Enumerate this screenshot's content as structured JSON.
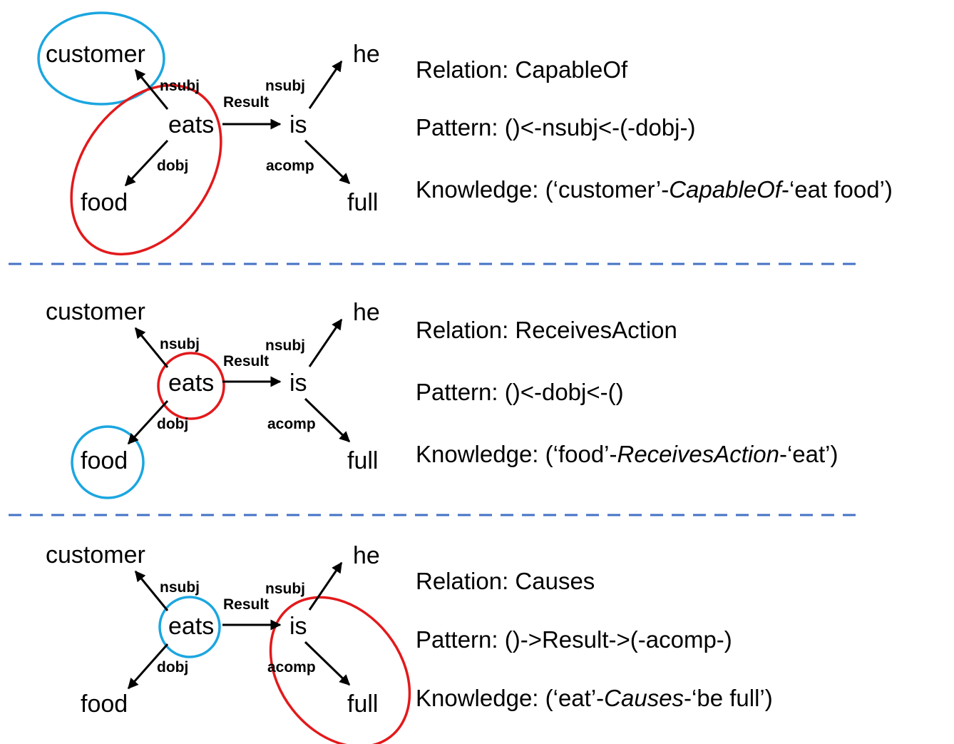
{
  "colors": {
    "highlight_red": "#e3191b",
    "highlight_blue": "#1ba6e0",
    "separator": "#4472c4"
  },
  "panels": [
    {
      "nodes": {
        "customer": "customer",
        "eats": "eats",
        "food": "food",
        "is": "is",
        "he": "he",
        "full": "full"
      },
      "edges": {
        "eats_customer": "nsubj",
        "eats_food": "dobj",
        "eats_is": "Result",
        "is_he": "nsubj",
        "is_full": "acomp"
      },
      "relation": "Relation: CapableOf",
      "pattern": "Pattern: ()<-nsubj<-(-dobj-)",
      "knowledge": {
        "prefix": "Knowledge: (‘customer’-",
        "relation": "CapableOf",
        "suffix": "-‘eat food’)"
      }
    },
    {
      "nodes": {
        "customer": "customer",
        "eats": "eats",
        "food": "food",
        "is": "is",
        "he": "he",
        "full": "full"
      },
      "edges": {
        "eats_customer": "nsubj",
        "eats_food": "dobj",
        "eats_is": "Result",
        "is_he": "nsubj",
        "is_full": "acomp"
      },
      "relation": "Relation: ReceivesAction",
      "pattern": "Pattern: ()<-dobj<-()",
      "knowledge": {
        "prefix": "Knowledge: (‘food’-",
        "relation": "ReceivesAction",
        "suffix": "-‘eat’)"
      }
    },
    {
      "nodes": {
        "customer": "customer",
        "eats": "eats",
        "food": "food",
        "is": "is",
        "he": "he",
        "full": "full"
      },
      "edges": {
        "eats_customer": "nsubj",
        "eats_food": "dobj",
        "eats_is": "Result",
        "is_he": "nsubj",
        "is_full": "acomp"
      },
      "relation": "Relation: Causes",
      "pattern": "Pattern: ()->Result->(-acomp-)",
      "knowledge": {
        "prefix": "Knowledge: (‘eat’-",
        "relation": "Causes",
        "suffix": "-‘be full’)"
      }
    }
  ]
}
